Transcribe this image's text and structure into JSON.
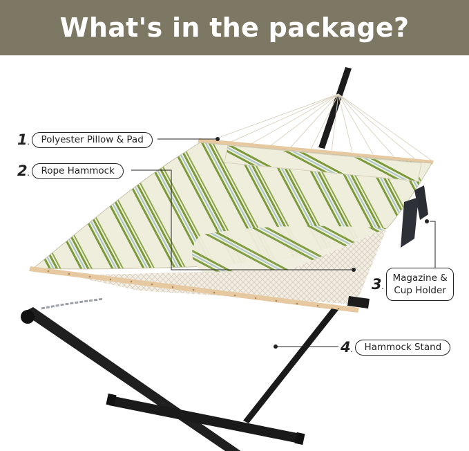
{
  "banner": {
    "title": "What's in the package?",
    "background_color": "#7d7863",
    "text_color": "#ffffff"
  },
  "callouts": [
    {
      "number": "1",
      "label": "Polyester Pillow & Pad"
    },
    {
      "number": "2",
      "label": "Rope Hammock"
    },
    {
      "number": "3",
      "label_line1": "Magazine &",
      "label_line2": "Cup Holder"
    },
    {
      "number": "4",
      "label": "Hammock Stand"
    }
  ],
  "product_image": {
    "description": "Striped quilted hammock with pillow on black steel stand",
    "stripe_colors": [
      "#7a9a3a",
      "#efeddc",
      "#a9c6c9"
    ],
    "stand_color": "#1c1c1c",
    "spreader_bar_color": "#e6c9a0",
    "rope_color": "#e9e2d2"
  }
}
